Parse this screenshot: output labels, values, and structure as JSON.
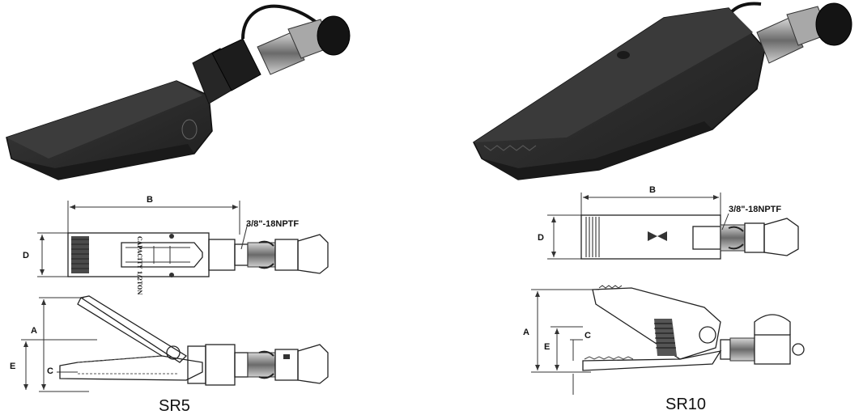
{
  "models": [
    {
      "name": "SR5",
      "dims": {
        "b": "B",
        "d": "D",
        "a": "A",
        "e": "E",
        "c": "C"
      },
      "thread": "3/8\"-18NPTF",
      "body_text": "CAPACITY 1/2TON"
    },
    {
      "name": "SR10",
      "dims": {
        "b": "B",
        "d": "D",
        "a": "A",
        "e": "E",
        "c": "C"
      },
      "thread": "3/8\"-18NPTF"
    }
  ],
  "colors": {
    "line": "#222222",
    "body_dark": "#2b2b2b",
    "body_mid": "#4a4a4a",
    "metal": "#9a9a9a"
  }
}
